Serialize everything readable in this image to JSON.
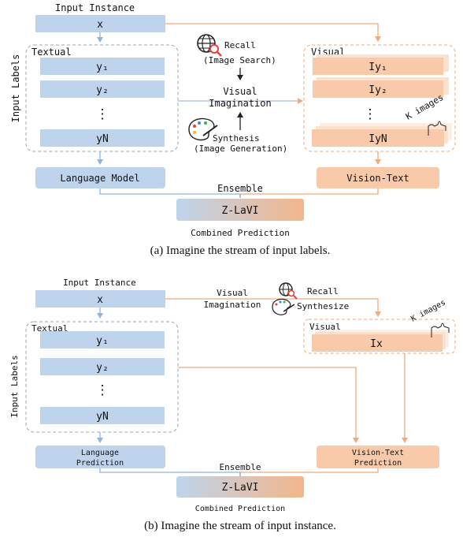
{
  "panel_a": {
    "input_instance_label": "Input Instance",
    "x_label": "x",
    "input_labels_side": "Input Labels",
    "textual_title": "Textual",
    "y1": "y₁",
    "y2": "y₂",
    "ydots": "⋮",
    "yn": "yN",
    "visual_title": "Visual",
    "iy1": "Iy₁",
    "iy2": "Iy₂",
    "iydots": "⋮",
    "iyn": "IyN",
    "k_images": "K images",
    "recall_line1": "Recall",
    "recall_line2": "(Image Search)",
    "visual_imagination_line1": "Visual",
    "visual_imagination_line2": "Imagination",
    "synthesis_line1": "Synthesis",
    "synthesis_line2": "(Image Generation)",
    "language_model": "Language Model",
    "vision_text": "Vision-Text",
    "ensemble": "Ensemble",
    "zlavi": "Z-LaVI",
    "combined_prediction": "Combined Prediction",
    "caption": "(a) Imagine the stream of input labels."
  },
  "panel_b": {
    "input_instance_label": "Input Instance",
    "x_label": "x",
    "visual_imagination_line1": "Visual",
    "visual_imagination_line2": "Imagination",
    "recall": "Recall",
    "synthesize": "Synthesize",
    "input_labels_side": "Input Labels",
    "textual_title": "Textual",
    "y1": "y₁",
    "y2": "y₂",
    "ydots": "⋮",
    "yn": "yN",
    "visual_title": "Visual",
    "ix": "Ix",
    "k_images": "K images",
    "language_prediction_line1": "Language",
    "language_prediction_line2": "Prediction",
    "vision_text_line1": "Vision-Text",
    "vision_text_line2": "Prediction",
    "ensemble": "Ensemble",
    "zlavi": "Z-LaVI",
    "combined_prediction": "Combined Prediction",
    "caption": "(b) Imagine the stream of input instance."
  },
  "colors": {
    "blue_box": "#bed4ec",
    "blue_line": "#8fb5de",
    "orange_box": "#f8caa9",
    "orange_line": "#f0aa7c",
    "dashed_gray": "#9aa5b4"
  },
  "icons": [
    "globe-search-icon",
    "paint-palette-icon"
  ]
}
